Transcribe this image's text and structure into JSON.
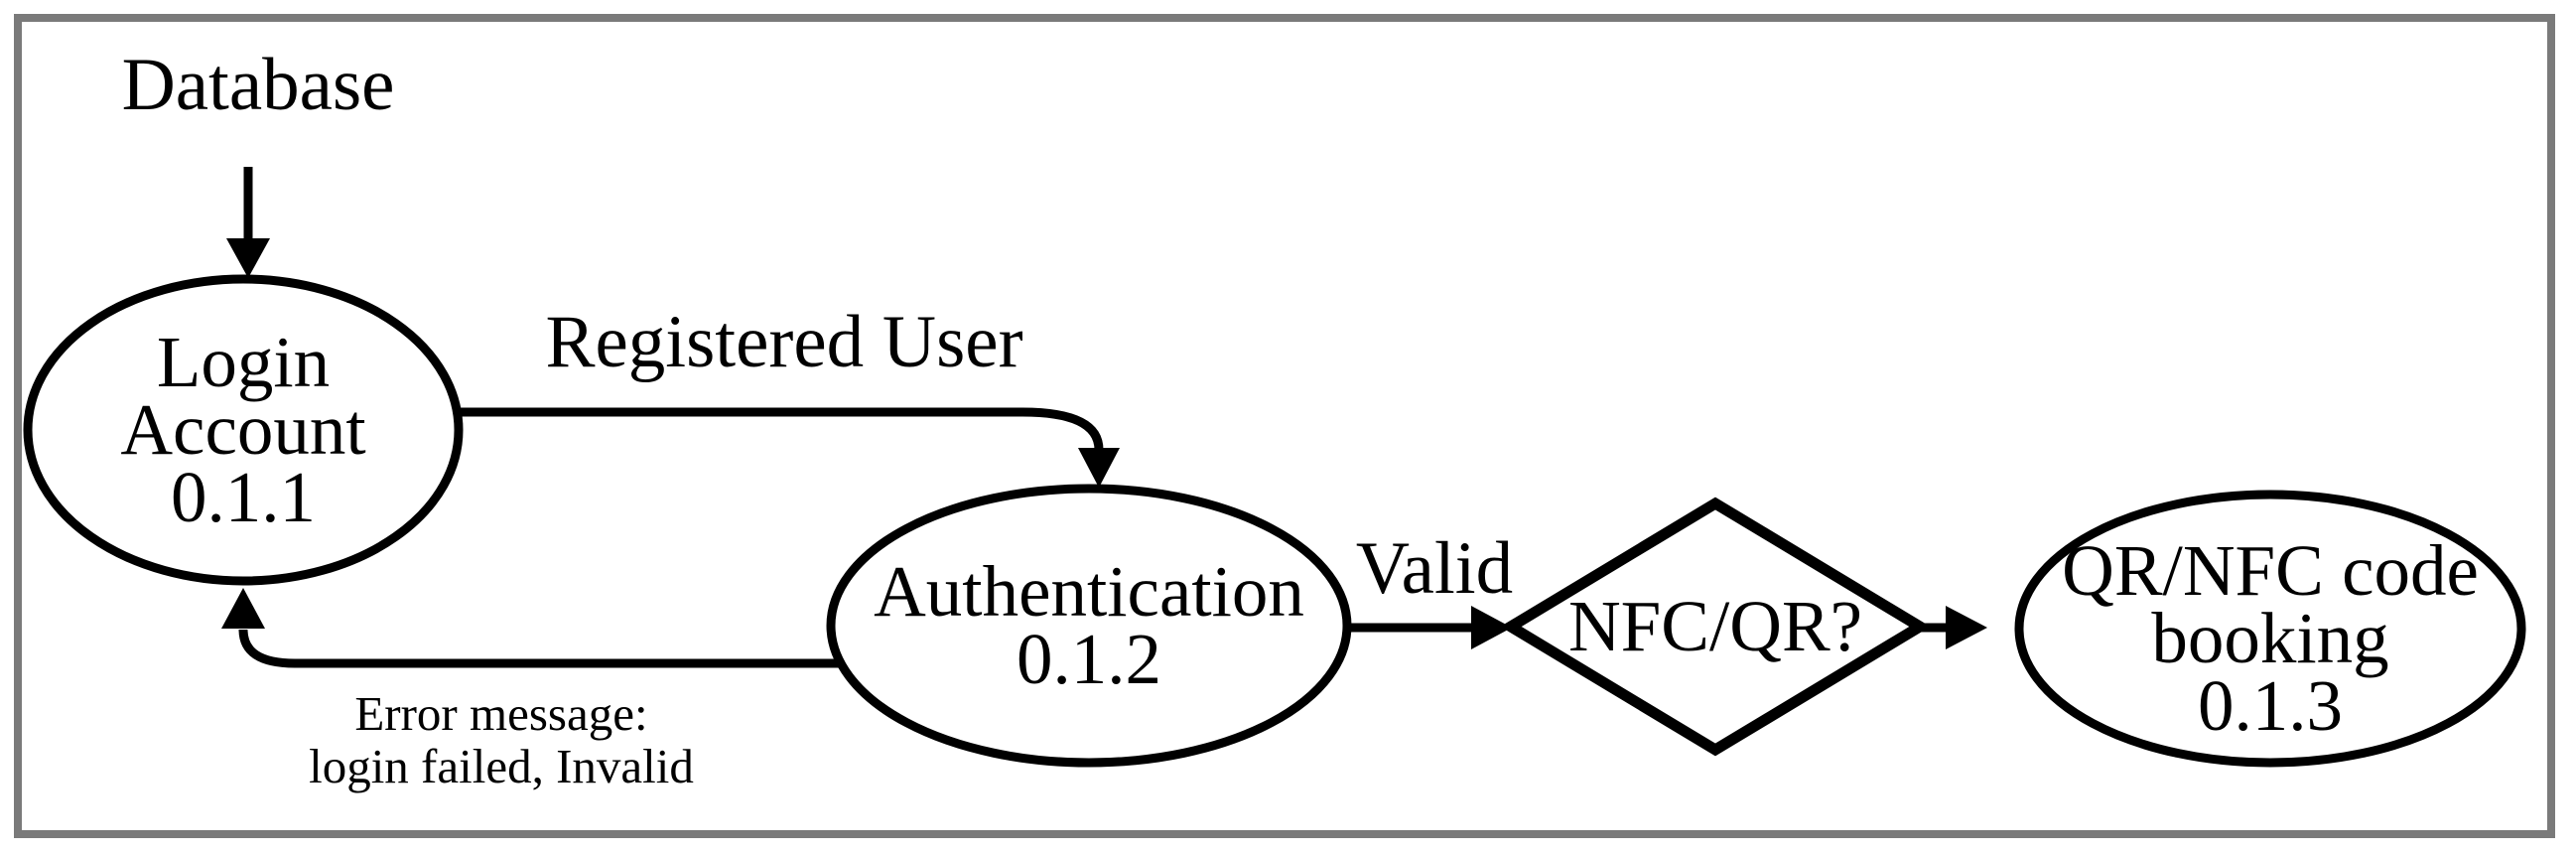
{
  "diagram": {
    "type": "data-flow-diagram",
    "colors": {
      "background": "#ffffff",
      "frame_border": "#7a7a7a",
      "shape_stroke": "#000000",
      "text": "#000000",
      "shape_fill": "#ffffff"
    },
    "nodes": {
      "database": {
        "label": "Database",
        "shape": "external-label"
      },
      "login": {
        "label": "Login\nAccount\n0.1.1",
        "shape": "ellipse"
      },
      "authentication": {
        "label": "Authentication\n0.1.2",
        "shape": "ellipse"
      },
      "decision": {
        "label": "NFC/QR?",
        "shape": "diamond"
      },
      "booking": {
        "label": "QR/NFC code\nbooking\n0.1.3",
        "shape": "ellipse"
      }
    },
    "edges": {
      "database_to_login": {
        "label": "",
        "from": "database",
        "to": "login"
      },
      "registered_user": {
        "label": "Registered User",
        "from": "login",
        "to": "authentication"
      },
      "valid": {
        "label": "Valid",
        "from": "authentication",
        "to": "decision"
      },
      "decision_to_booking": {
        "label": "",
        "from": "decision",
        "to": "booking"
      },
      "error": {
        "label": "Error message:\nlogin failed, Invalid",
        "from": "authentication",
        "to": "login"
      }
    }
  }
}
